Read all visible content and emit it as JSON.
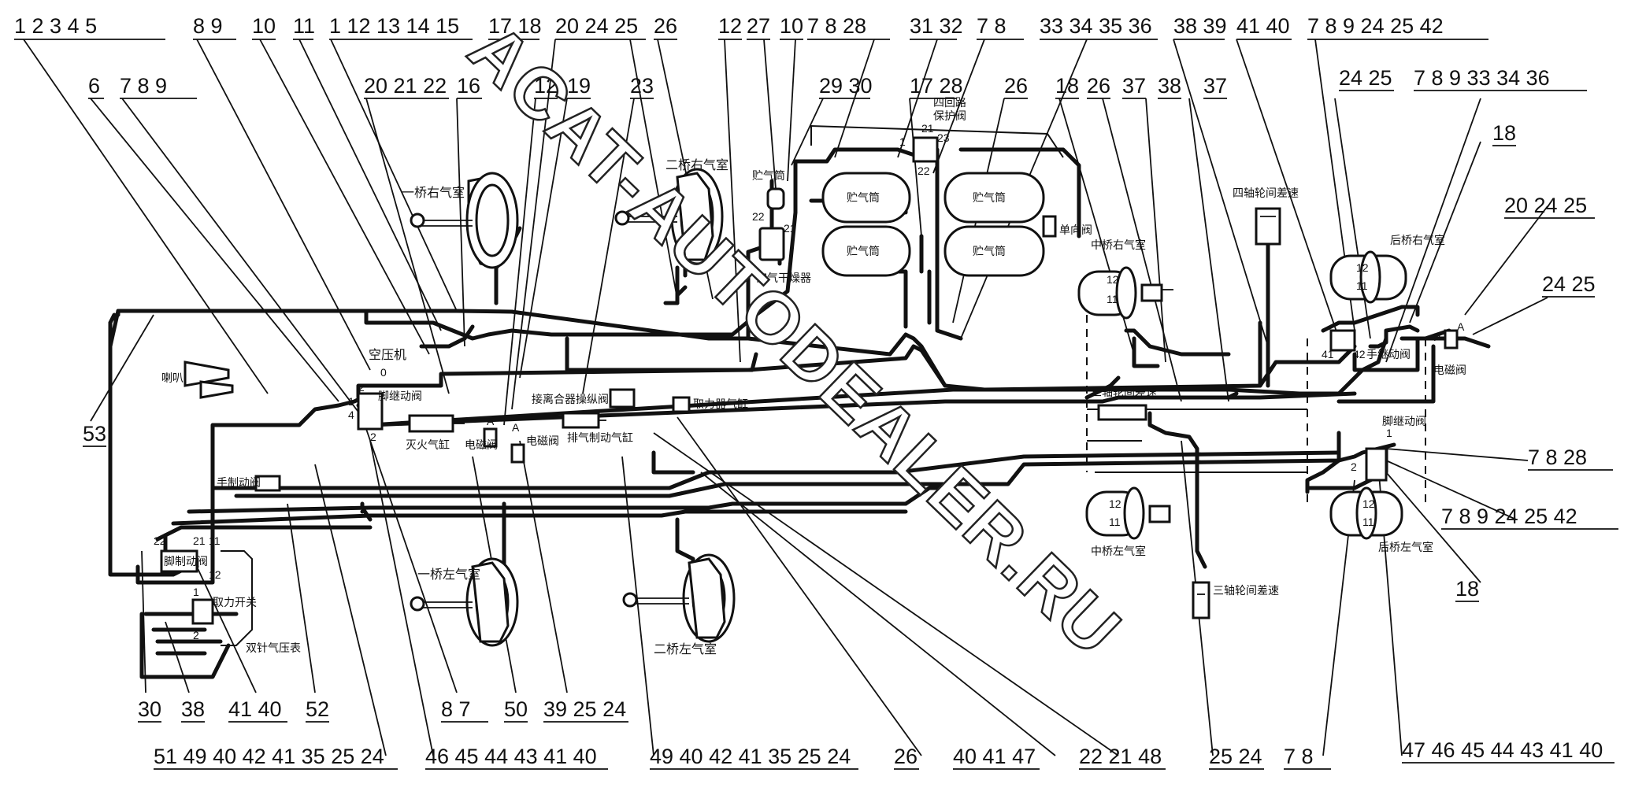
{
  "callout_groups": {
    "g1": "1 2 3 4 5",
    "g2": "8 9",
    "g3": "10",
    "g4": "11",
    "g5": "1 12 13 14 15",
    "g6": "17 18",
    "g7": "20 24 25",
    "g8": "26",
    "g9": "12",
    "g10": "27",
    "g11": "10",
    "g12": "7 8 28",
    "g13": "31 32",
    "g14": "7 8",
    "g15": "33 34 35 36",
    "g16": "38 39",
    "g17": "41 40",
    "g18": "7 8 9 24 25 42",
    "g19": "6",
    "g20": "7 8 9",
    "g21": "20 21 22",
    "g22": "16",
    "g23": "12",
    "g24": "19",
    "g25": "23",
    "g26": "29 30",
    "g27": "17 28",
    "g28": "26",
    "g29": "18",
    "g30": "26",
    "g31": "37",
    "g32": "38",
    "g33": "37",
    "g34": "24 25",
    "g35": "7 8 9 33 34 36",
    "g36": "18",
    "g37": "20 24 25",
    "g38": "24 25",
    "g39": "53",
    "g40": "7 8 28",
    "g41": "7 8 9 24 25 42",
    "g42": "18",
    "g43": "30",
    "g44": "38",
    "g45": "41 40",
    "g46": "52",
    "g47": "8 7",
    "g48": "50",
    "g49": "39 25 24",
    "g50": "51 49 40 42 41 35 25 24",
    "g51": "46 45 44 43 41 40",
    "g52": "49 40 42 41 35 25 24",
    "g53": "26",
    "g54": "40 41 47",
    "g55": "22 21 48",
    "g56": "25 24",
    "g57": "7 8",
    "g58": "47 46 45 44 43 41 40"
  },
  "component_labels": {
    "axle1_right_chamber": "一桥右气室",
    "axle2_right_chamber": "二桥右气室",
    "air_reservoir_small": "贮气筒",
    "reservoir_1": "贮气筒",
    "reservoir_2": "贮气筒",
    "reservoir_3": "贮气筒",
    "reservoir_4": "贮气筒",
    "air_dryer": "空气干燥器",
    "four_circuit_valve": "四回路\n保护阀",
    "check_valve": "单向阀",
    "mid_axle_right_chamber": "中桥右气室",
    "axle4_diff_lock": "四轴轮间差速",
    "rear_axle_right_chamber": "后桥右气室",
    "horn": "喇叭",
    "compressor": "空压机",
    "relay_valve": "脚继动阀",
    "flameout_cylinder": "灭火气缸",
    "solenoid_valve_1": "电磁阀",
    "solenoid_valve_2": "电磁阀",
    "solenoid_valve_3": "电磁阀",
    "exhaust_brake_cylinder": "排气制动气缸",
    "pto_control_valve": "接离合器操纵阀",
    "pto_cylinder": "取力器气缸",
    "axle3_diff_front": "三轴轮间差速",
    "hand_brake_valve": "手制动阀",
    "foot_brake_valve": "脚制动阀",
    "pto_switch": "取力开关",
    "dual_gauge": "双针气压表",
    "axle1_left_chamber": "一桥左气室",
    "axle2_left_chamber": "二桥左气室",
    "mid_axle_left_chamber": "中桥左气室",
    "axle3_diff_rear": "三轴轮间差速",
    "rear_axle_left_chamber": "后桥左气室",
    "hand_relay_valve": "手继动阀",
    "rear_relay_valve": "脚继动阀"
  },
  "watermark": "ACAT-AUTODEALER.RU"
}
